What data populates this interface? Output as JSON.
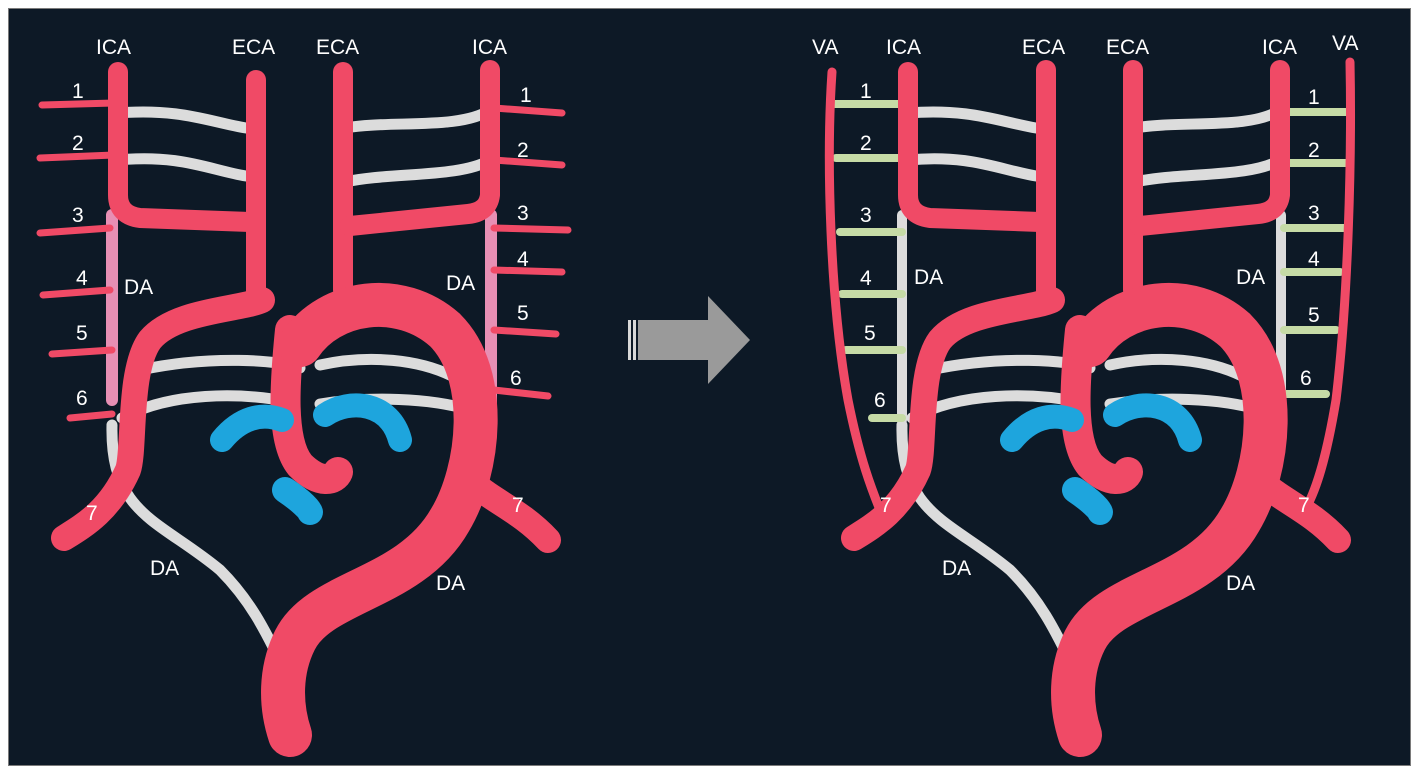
{
  "colors": {
    "background": "#0d1926",
    "artery": "#f04a66",
    "regressed_vessel": "#dcdcdc",
    "segmental_artery": "#c6dba6",
    "ductus_segment": "#e78fb4",
    "pulmonary": "#1ea5dd",
    "arrow": "#9a9a9a"
  },
  "labels": {
    "ica": "ICA",
    "eca": "ECA",
    "va": "VA",
    "da": "DA",
    "arch_7": "7"
  },
  "segment_numbers": [
    "1",
    "2",
    "3",
    "4",
    "5",
    "6"
  ]
}
